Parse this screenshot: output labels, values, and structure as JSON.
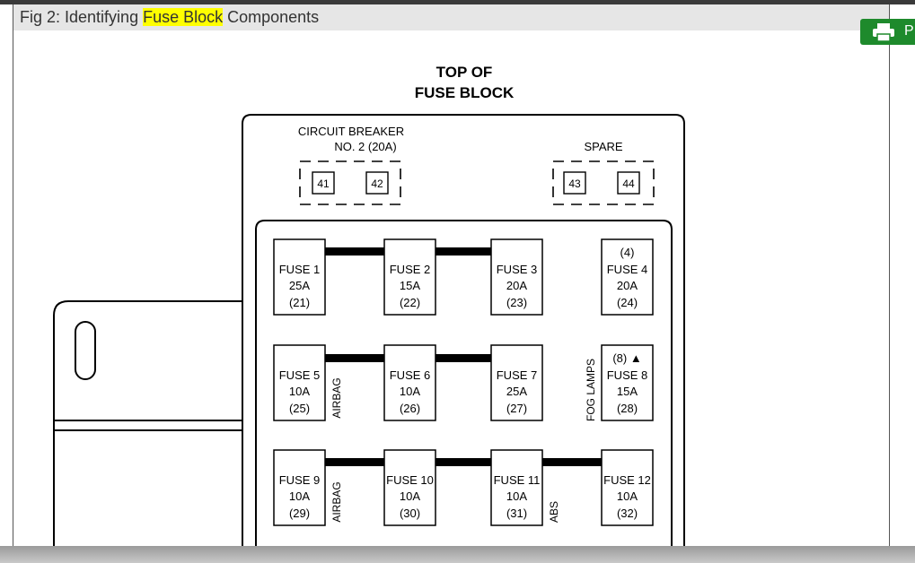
{
  "caption": {
    "prefix": "Fig 2: Identifying ",
    "highlight": "Fuse Block",
    "suffix": " Components",
    "highlight_color": "#ffff00"
  },
  "print_button": {
    "label": "P",
    "icon": "printer-icon",
    "color": "#1e8a2c"
  },
  "diagram": {
    "title_line1": "TOP OF",
    "title_line2": "FUSE BLOCK",
    "circuit_breaker_line1": "CIRCUIT BREAKER",
    "circuit_breaker_line2": "NO. 2 (20A)",
    "spare_label": "SPARE",
    "terminals": [
      "41",
      "42",
      "43",
      "44"
    ],
    "fuses": [
      {
        "pre": "",
        "name": "FUSE 1",
        "amps": "25A",
        "cavity": "(21)"
      },
      {
        "pre": "",
        "name": "FUSE 2",
        "amps": "15A",
        "cavity": "(22)"
      },
      {
        "pre": "",
        "name": "FUSE 3",
        "amps": "20A",
        "cavity": "(23)"
      },
      {
        "pre": "(4)",
        "name": "FUSE 4",
        "amps": "20A",
        "cavity": "(24)"
      },
      {
        "pre": "",
        "name": "FUSE 5",
        "amps": "10A",
        "cavity": "(25)"
      },
      {
        "pre": "",
        "name": "FUSE 6",
        "amps": "10A",
        "cavity": "(26)"
      },
      {
        "pre": "",
        "name": "FUSE 7",
        "amps": "25A",
        "cavity": "(27)"
      },
      {
        "pre": "(8) ▲",
        "name": "FUSE 8",
        "amps": "15A",
        "cavity": "(28)"
      },
      {
        "pre": "",
        "name": "FUSE 9",
        "amps": "10A",
        "cavity": "(29)"
      },
      {
        "pre": "",
        "name": "FUSE 10",
        "amps": "10A",
        "cavity": "(30)"
      },
      {
        "pre": "",
        "name": "FUSE 11",
        "amps": "10A",
        "cavity": "(31)"
      },
      {
        "pre": "",
        "name": "FUSE 12",
        "amps": "10A",
        "cavity": "(32)"
      }
    ],
    "side_labels": {
      "airbag_row2": "AIRBAG",
      "fog_lamps": "FOG LAMPS",
      "airbag_row3": "AIRBAG",
      "abs": "ABS"
    }
  }
}
